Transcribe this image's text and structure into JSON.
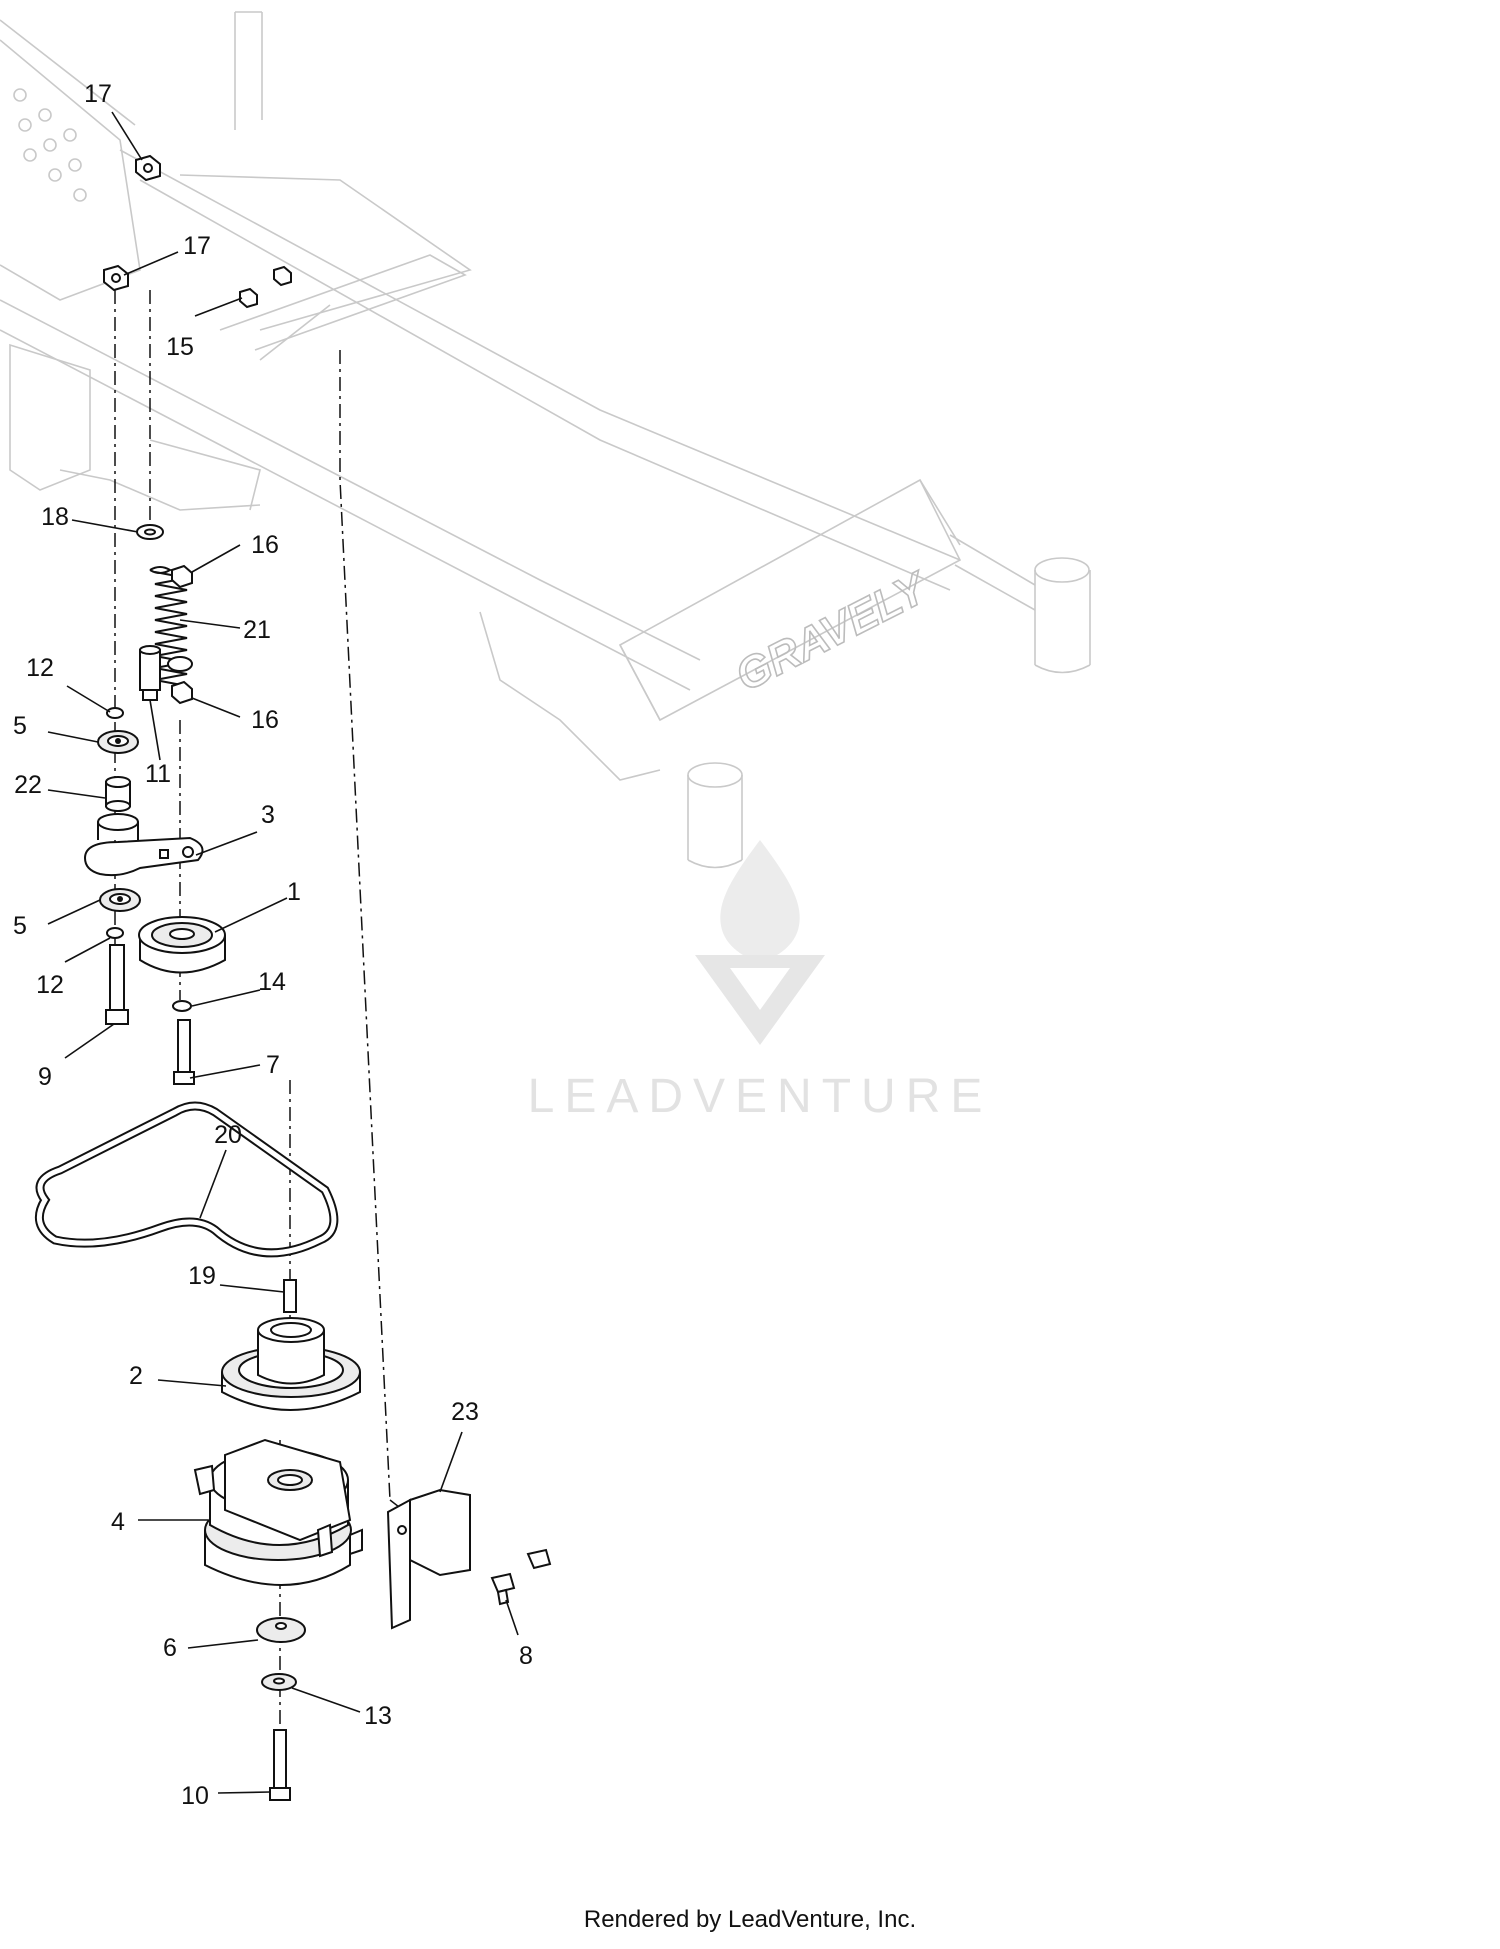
{
  "diagram": {
    "brand_on_frame": "GRAVELY",
    "watermark": "LEADVENTURE",
    "callouts": {
      "c17a": "17",
      "c17b": "17",
      "c15": "15",
      "c18": "18",
      "c16a": "16",
      "c21": "21",
      "c12a": "12",
      "c5a": "5",
      "c11": "11",
      "c16b": "16",
      "c22": "22",
      "c3": "3",
      "c5b": "5",
      "c1": "1",
      "c12b": "12",
      "c14": "14",
      "c9": "9",
      "c7": "7",
      "c20": "20",
      "c19": "19",
      "c2": "2",
      "c23": "23",
      "c4": "4",
      "c8": "8",
      "c6": "6",
      "c13": "13",
      "c10": "10"
    }
  },
  "footer": {
    "text": "Rendered by LeadVenture, Inc."
  }
}
